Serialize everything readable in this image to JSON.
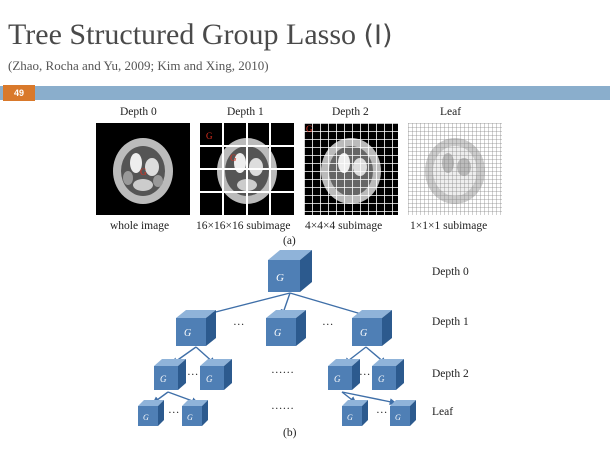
{
  "slide": {
    "title": "Tree Structured Group Lasso",
    "title_suffix": "(I)",
    "subtitle": "(Zhao, Rocha and Yu, 2009; Kim and Xing, 2010)",
    "page_number": "49"
  },
  "figure_a": {
    "panels": [
      {
        "header": "Depth 0",
        "caption": "whole image"
      },
      {
        "header": "Depth 1",
        "caption": "16×16×16 subimage"
      },
      {
        "header": "Depth 2",
        "caption": "4×4×4 subimage"
      },
      {
        "header": "Leaf",
        "caption": "1×1×1 subimage"
      }
    ],
    "label": "(a)"
  },
  "figure_b": {
    "depth_labels": [
      "Depth 0",
      "Depth 1",
      "Depth 2",
      "Leaf"
    ],
    "label": "(b)",
    "dots_short": "…",
    "dots_long": "……"
  },
  "colors": {
    "title": "#4a4a4a",
    "bar": "#8aaecc",
    "page_box": "#d9792b",
    "cube_front": "#4f7fb5",
    "cube_side": "#2c5a8e",
    "cube_top": "#8fb3d9",
    "annotation_red": "#e03020"
  }
}
